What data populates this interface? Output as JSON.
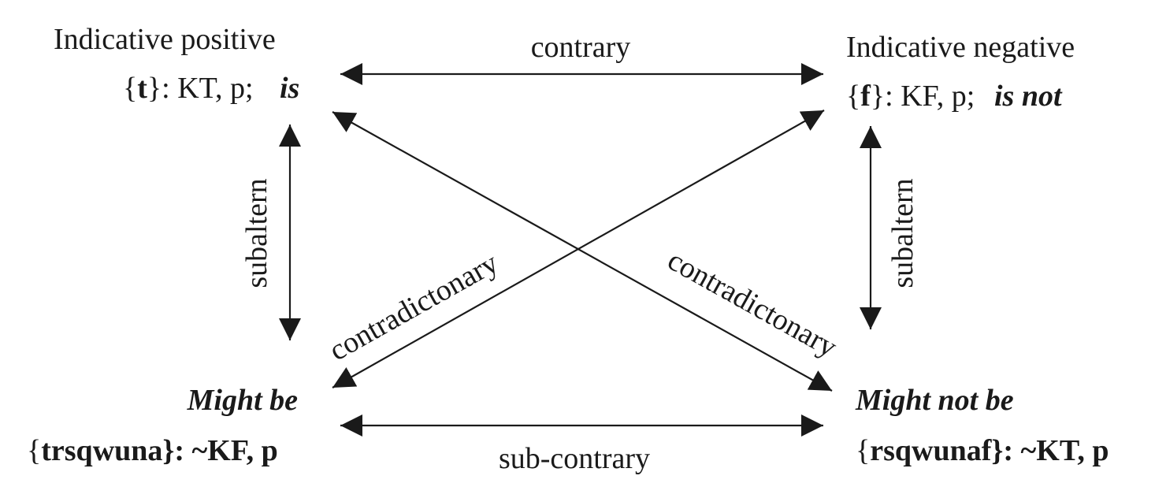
{
  "corners": {
    "top_left": {
      "title": "Indicative positive",
      "formula_open": "{",
      "formula_set": "t",
      "formula_close": "}: KT, p;",
      "word": "is"
    },
    "top_right": {
      "title": "Indicative negative",
      "formula_open": "{",
      "formula_set": "f",
      "formula_close": "}: KF, p;",
      "word": "is not"
    },
    "bottom_left": {
      "title": "Might be",
      "formula_open": "{",
      "formula_set": "trsqwuna",
      "formula_close": "}: ~KF, p"
    },
    "bottom_right": {
      "title": "Might not be",
      "formula_open": "{",
      "formula_set": "rsqwunaf",
      "formula_close": "}: ~KT, p"
    }
  },
  "relations": {
    "top": "contrary",
    "bottom": "sub-contrary",
    "left": "subaltern",
    "right": "subaltern",
    "diagonal_rising": "contradictonary",
    "diagonal_falling": "contradictonary"
  },
  "colors": {
    "ink": "#1a1a1a",
    "background": "#ffffff"
  }
}
